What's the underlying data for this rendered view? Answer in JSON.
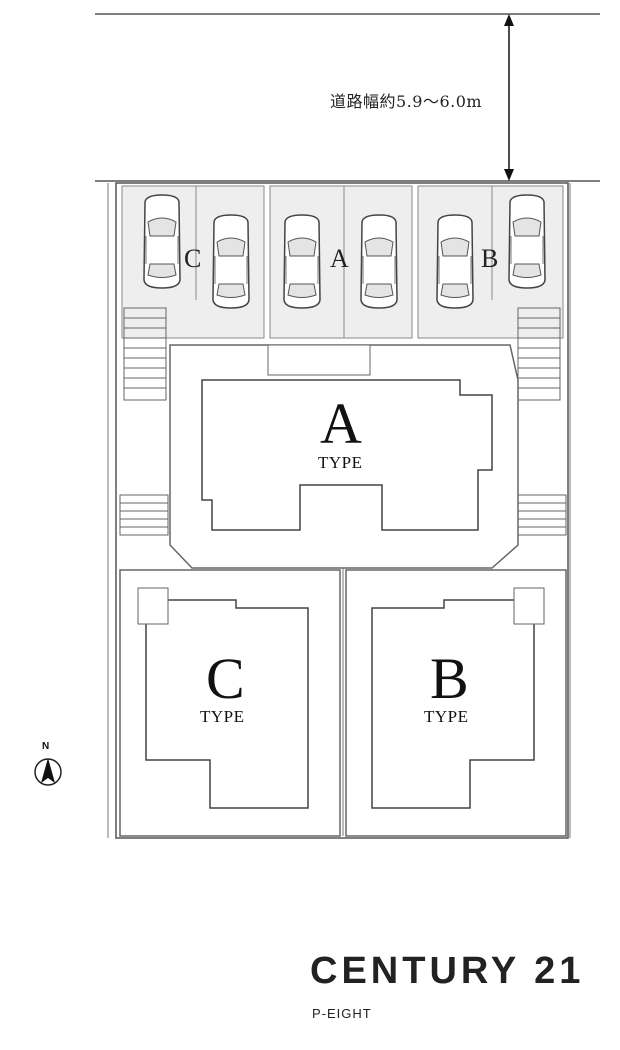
{
  "road": {
    "label": "道路幅約5.9～6.0m"
  },
  "parking": {
    "labels": [
      "C",
      "A",
      "B"
    ]
  },
  "units": [
    {
      "letter": "A",
      "type": "TYPE"
    },
    {
      "letter": "C",
      "type": "TYPE"
    },
    {
      "letter": "B",
      "type": "TYPE"
    }
  ],
  "compass": {
    "label": "N"
  },
  "brand": {
    "name": "CENTURY 21",
    "branch": "P-EIGHT"
  },
  "colors": {
    "line": "#555555",
    "shade": "#eeeeee",
    "text": "#222222"
  }
}
